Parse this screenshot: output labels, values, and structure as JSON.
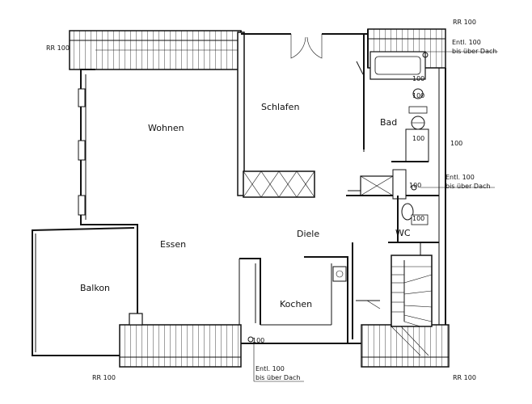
{
  "rooms": {
    "wohnen": "Wohnen",
    "schlafen": "Schlafen",
    "bad": "Bad",
    "essen": "Essen",
    "diele": "Diele",
    "wc": "WC",
    "balkon": "Balkon",
    "kochen": "Kochen"
  },
  "annotations": {
    "rr_top_left": "RR 100",
    "rr_top_right": "RR 100",
    "rr_bottom_left": "RR 100",
    "rr_bottom_right": "RR 100",
    "entl_1": "Entl. 100",
    "entl_1_sub": "bis über Dach",
    "entl_2": "Entl. 100",
    "entl_2_sub": "bis über Dach",
    "entl_3": "Entl. 100",
    "entl_3_sub": "bis über Dach",
    "side_100": "100",
    "pipe_bad_1": "100",
    "pipe_bad_2": "100",
    "pipe_bad_3": "100",
    "pipe_diele": "100",
    "pipe_wc": "100",
    "pipe_bottom": "100"
  }
}
